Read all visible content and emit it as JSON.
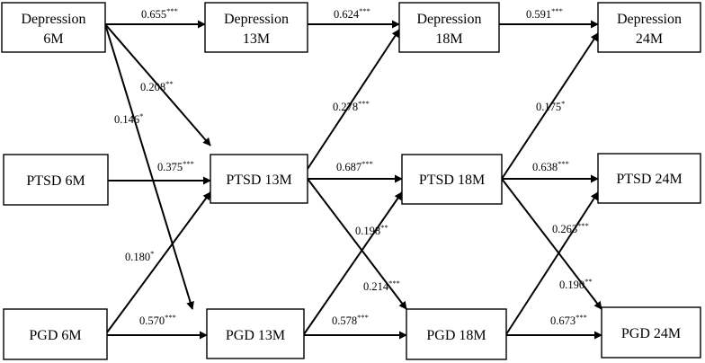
{
  "nodes": {
    "dep6": {
      "lines": [
        "Depression",
        "6M"
      ]
    },
    "dep13": {
      "lines": [
        "Depression",
        "13M"
      ]
    },
    "dep18": {
      "lines": [
        "Depression",
        "18M"
      ]
    },
    "dep24": {
      "lines": [
        "Depression",
        "24M"
      ]
    },
    "ptsd6": {
      "lines": [
        "PTSD 6M"
      ]
    },
    "ptsd13": {
      "lines": [
        "PTSD 13M"
      ]
    },
    "ptsd18": {
      "lines": [
        "PTSD 18M"
      ]
    },
    "ptsd24": {
      "lines": [
        "PTSD 24M"
      ]
    },
    "pgd6": {
      "lines": [
        "PGD 6M"
      ]
    },
    "pgd13": {
      "lines": [
        "PGD 13M"
      ]
    },
    "pgd18": {
      "lines": [
        "PGD 18M"
      ]
    },
    "pgd24": {
      "lines": [
        "PGD 24M"
      ]
    }
  },
  "paths": {
    "dep6_dep13": {
      "from": "Depression 6M",
      "to": "Depression 13M",
      "coef": "0.655",
      "sig": "***"
    },
    "dep13_dep18": {
      "from": "Depression 13M",
      "to": "Depression 18M",
      "coef": "0.624",
      "sig": "***"
    },
    "dep18_dep24": {
      "from": "Depression 18M",
      "to": "Depression 24M",
      "coef": "0.591",
      "sig": "***"
    },
    "dep6_ptsd13": {
      "from": "Depression 6M",
      "to": "PTSD 13M",
      "coef": "0.208",
      "sig": "**"
    },
    "dep6_pgd13": {
      "from": "Depression 6M",
      "to": "PGD 13M",
      "coef": "0.146",
      "sig": "*"
    },
    "ptsd13_dep18": {
      "from": "PTSD 13M",
      "to": "Depression 18M",
      "coef": "0.278",
      "sig": "***"
    },
    "ptsd18_dep24": {
      "from": "PTSD 18M",
      "to": "Depression 24M",
      "coef": "0.175",
      "sig": "*"
    },
    "ptsd6_ptsd13": {
      "from": "PTSD 6M",
      "to": "PTSD 13M",
      "coef": "0.375",
      "sig": "***"
    },
    "ptsd13_ptsd18": {
      "from": "PTSD 13M",
      "to": "PTSD 18M",
      "coef": "0.687",
      "sig": "***"
    },
    "ptsd18_ptsd24": {
      "from": "PTSD 18M",
      "to": "PTSD 24M",
      "coef": "0.638",
      "sig": "***"
    },
    "pgd6_ptsd13": {
      "from": "PGD 6M",
      "to": "PTSD 13M",
      "coef": "0.180",
      "sig": "*"
    },
    "pgd13_ptsd18": {
      "from": "PGD 13M",
      "to": "PTSD 18M",
      "coef": "0.198",
      "sig": "**"
    },
    "ptsd13_pgd18": {
      "from": "PTSD 13M",
      "to": "PGD 18M",
      "coef": "0.214",
      "sig": "***"
    },
    "pgd18_ptsd24": {
      "from": "PGD 18M",
      "to": "PTSD 24M",
      "coef": "0.263",
      "sig": "***"
    },
    "ptsd18_pgd24": {
      "from": "PTSD 18M",
      "to": "PGD 24M",
      "coef": "0.190",
      "sig": "**"
    },
    "pgd6_pgd13": {
      "from": "PGD 6M",
      "to": "PGD 13M",
      "coef": "0.570",
      "sig": "***"
    },
    "pgd13_pgd18": {
      "from": "PGD 13M",
      "to": "PGD 18M",
      "coef": "0.578",
      "sig": "***"
    },
    "pgd18_pgd24": {
      "from": "PGD 18M",
      "to": "PGD 24M",
      "coef": "0.673",
      "sig": "***"
    }
  }
}
